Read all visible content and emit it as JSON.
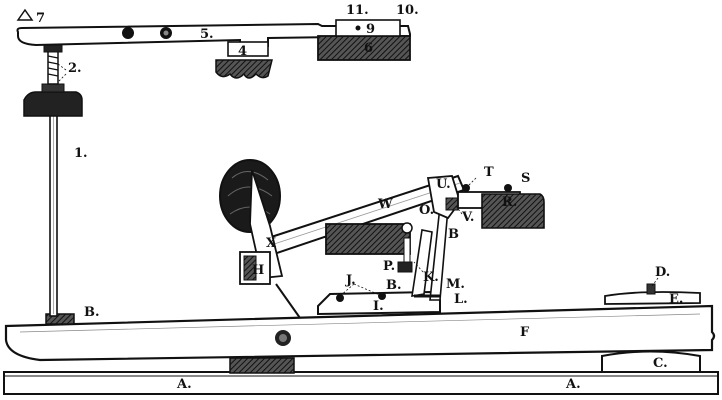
{
  "diagram": {
    "labels": {
      "rail": "A.",
      "rail_right": "A.",
      "capstan_bottom": "B.",
      "backcheck_wood": "B.",
      "damper_felt_b": "B",
      "key_rest": "C.",
      "front_pin": "D.",
      "balance_e": "E.",
      "key": "F",
      "hammer_head": "H",
      "wippen": "I.",
      "flange_j": "J.",
      "jack_k": "K.",
      "jack_spring_l": "L.",
      "m_label": "M.",
      "o_screw": "O.",
      "p_button": "P.",
      "r_label": "R.",
      "s_screw": "S",
      "t_screw": "T",
      "u_label": "U.",
      "v_label": "V.",
      "shank_w": "W",
      "x_label": "X",
      "sticker": "1.",
      "regulating_screw": "2.",
      "damper_4": "4",
      "damper_lever": "5.",
      "felt_6": "6",
      "triangle_7": "7",
      "num_9": "9",
      "num_10": "10.",
      "num_11": "11."
    }
  }
}
